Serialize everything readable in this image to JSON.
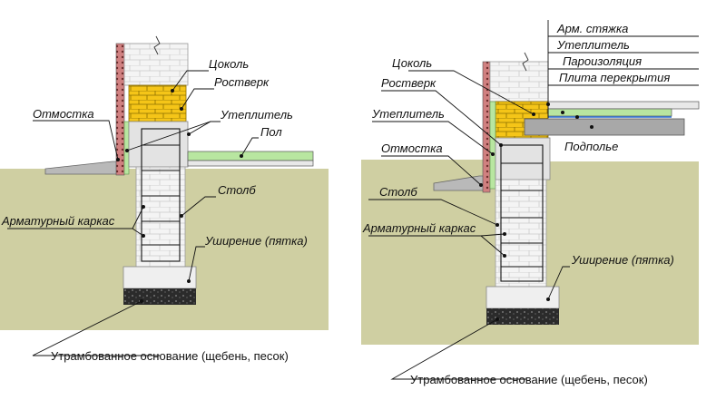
{
  "left": {
    "labels": {
      "cokol": "Цоколь",
      "rostverk": "Ростверк",
      "otmostka": "Отмостка",
      "uteplitel": "Утеплитель",
      "pol": "Пол",
      "stolb": "Столб",
      "karkas": "Арматурный каркас",
      "ushirenie": "Уширение (пятка)"
    },
    "base": "Утрамбованное основание (щебень, песок)"
  },
  "right": {
    "labels": {
      "arm": "Арм. стяжка",
      "uteplitel_top": "Утеплитель",
      "paroizol": "Пароизоляция",
      "plita": "Плита перекрытия",
      "cokol": "Цоколь",
      "rostverk": "Ростверк",
      "uteplitel": "Утеплитель",
      "otmostka": "Отмостка",
      "podpolye": "Подполье",
      "stolb": "Столб",
      "karkas": "Арматурный каркас",
      "ushirenie": "Уширение (пятка)"
    },
    "base": "Утрамбованное основание (щебень, песок)"
  },
  "colors": {
    "ground": "#cfcfa2",
    "brick_yellow": "#f5c518",
    "concrete": "#e6e6e6",
    "masonry": "#f2f2f2",
    "insulation": "#b8e6a0",
    "gravel": "#2a2a2a",
    "facing": "#c07070",
    "slab": "#a8a8a8"
  }
}
